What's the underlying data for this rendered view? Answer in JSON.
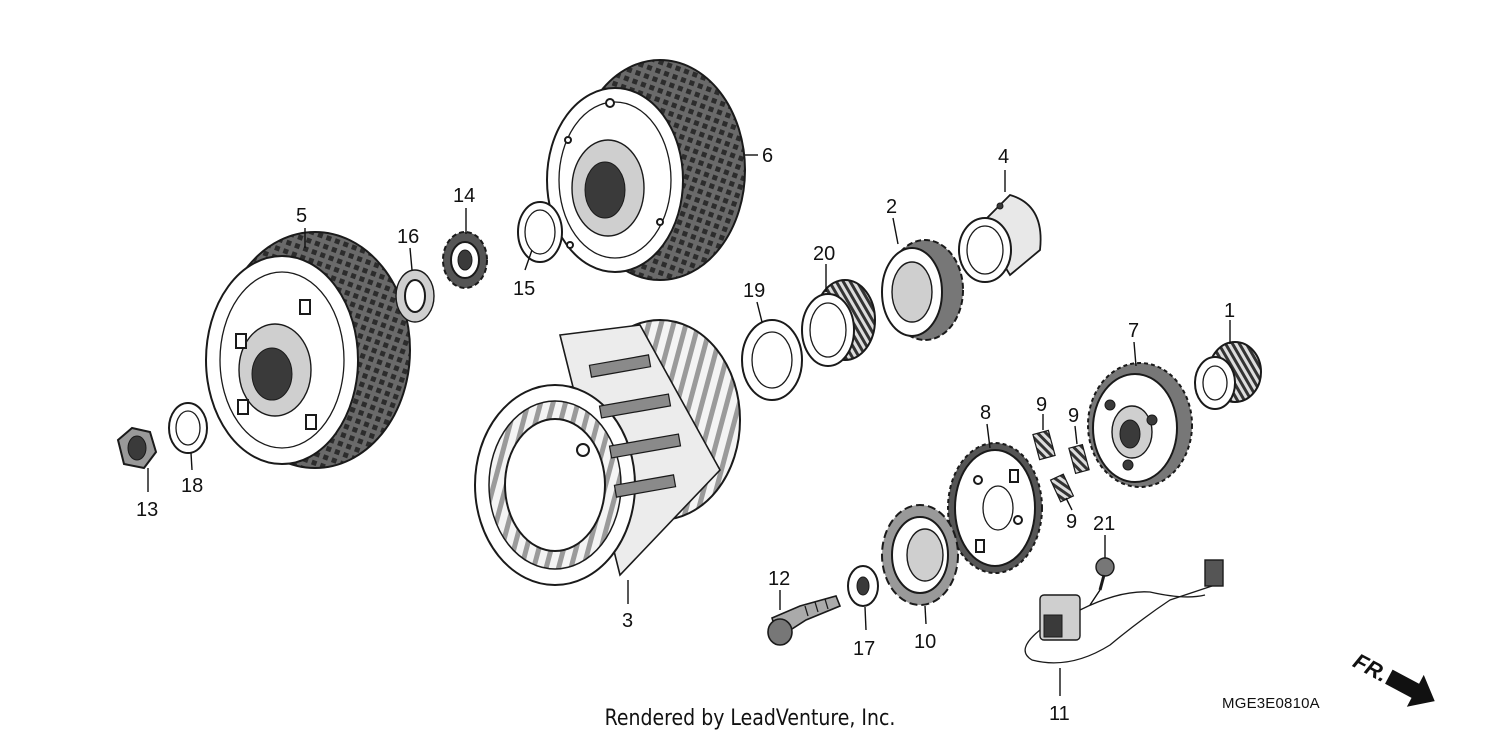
{
  "footer": {
    "credit": "Rendered by LeadVenture, Inc."
  },
  "diagram": {
    "code": "MGE3E0810A",
    "front_marker": "FR.",
    "callouts": [
      "1",
      "2",
      "3",
      "4",
      "5",
      "6",
      "7",
      "8",
      "9",
      "9",
      "9",
      "10",
      "11",
      "12",
      "13",
      "14",
      "15",
      "16",
      "17",
      "18",
      "19",
      "20",
      "21"
    ]
  }
}
